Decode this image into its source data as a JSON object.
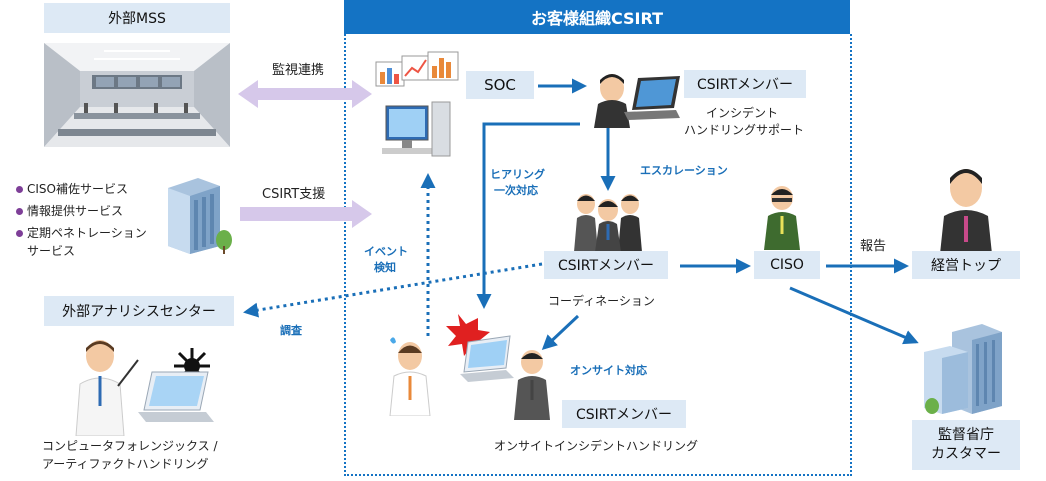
{
  "header": {
    "title": "お客様組織CSIRT"
  },
  "external": {
    "mss_label": "外部MSS",
    "analysis_label": "外部アナリシスセンター",
    "services": [
      "CISO補佐サービス",
      "情報提供サービス",
      "定期ペネトレーション",
      "サービス"
    ],
    "forensics_line1": "コンピュータフォレンジックス /",
    "forensics_line2": "アーティファクトハンドリング"
  },
  "arrows": {
    "monitoring": "監視連携",
    "csirt_support": "CSIRT支援",
    "investigation": "調査",
    "escalation": "エスカレーション",
    "hearing1": "ヒアリング",
    "hearing2": "一次対応",
    "event1": "イベント",
    "event2": "検知",
    "onsite": "オンサイト対応",
    "report": "報告"
  },
  "nodes": {
    "soc": "SOC",
    "csirt_member_top": "CSIRTメンバー",
    "incident1": "インシデント",
    "incident2": "ハンドリングサポート",
    "csirt_member_mid": "CSIRTメンバー",
    "coordination": "コーディネーション",
    "ciso": "CISO",
    "csirt_member_onsite": "CSIRTメンバー",
    "onsite_handling": "オンサイトインシデントハンドリング",
    "executive": "経営トップ",
    "regulator1": "監督省庁",
    "regulator2": "カスタマー"
  }
}
